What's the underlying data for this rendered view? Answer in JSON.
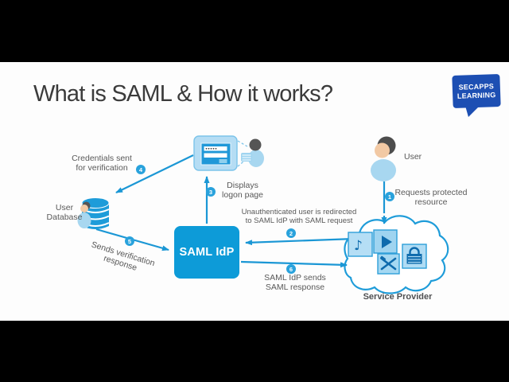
{
  "slide": {
    "title": "What is SAML & How it works?",
    "logo": {
      "line1": "SECAPPS",
      "line2": "LEARNING"
    }
  },
  "diagram": {
    "idp_box": "SAML IdP",
    "labels": {
      "credentials": "Credentials sent\nfor verification",
      "displays": "Displays\nlogon page",
      "user_database": "User\nDatabase",
      "sends_verification": "Sends verification\nresponse",
      "unauthenticated": "Unauthenticated user is redirected\nto SAML IdP with SAML request",
      "idp_sends": "SAML IdP sends\nSAML response",
      "requests": "Requests protected\nresource",
      "user": "User",
      "service_provider": "Service Provider"
    },
    "steps": {
      "request": "1",
      "redirect": "2",
      "display": "3",
      "credentials": "4",
      "verification": "5",
      "response": "6"
    },
    "colors": {
      "accent_blue": "#1b97d5",
      "idp_fill": "#0d9bd8",
      "light_blue_fill": "#b5ddf4",
      "mid_blue_fill": "#9fd4f0",
      "dark_glyph_blue": "#0e6bad",
      "label_text": "#595959",
      "logo_blue": "#1d4fb3"
    }
  }
}
